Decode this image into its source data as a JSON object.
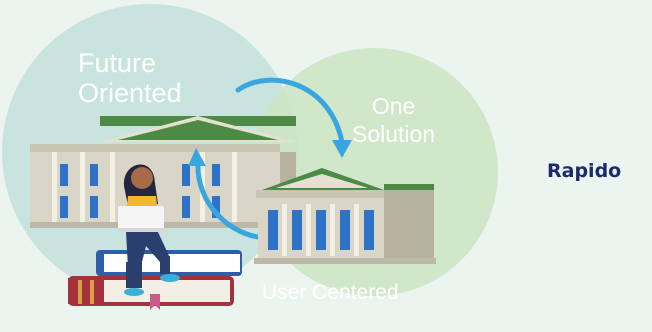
{
  "labels": {
    "future_line1": "Future",
    "future_line2": "Oriented",
    "solution_line1": "One",
    "solution_line2": "Solution",
    "user_centered": "User Centered",
    "side_text": "Rapido"
  },
  "colors": {
    "background": "#ebf4ef",
    "circle_future": "#c3e1dc",
    "circle_solution": "#cde4c3",
    "arrow": "#3aa6e0",
    "brand_text": "#1c2a6b",
    "building_wall": "#d9d6c8",
    "building_roof": "#4c8a45",
    "window": "#2f73c9",
    "book_blue": "#2d5fa8",
    "book_red": "#a3323c",
    "shirt": "#f0b92a"
  },
  "icons": [
    "library-building-icon",
    "student-with-laptop-icon",
    "book-stack-icon",
    "cycle-arrows-icon"
  ]
}
